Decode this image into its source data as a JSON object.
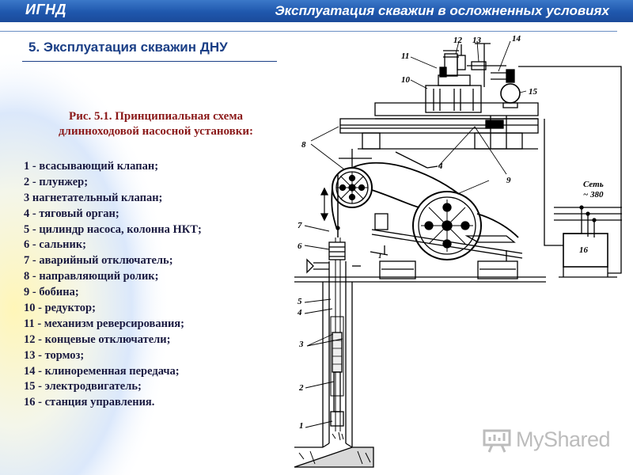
{
  "header": {
    "left": "ИГНД",
    "right": "Эксплуатация скважин в осложненных условиях"
  },
  "page_title": "5. Эксплуатация скважин ДНУ",
  "caption": "Рис. 5.1. Принципиальная схема длинноходовой насосной установки:",
  "legend": [
    "1 - всасывающий клапан;",
    "2 - плунжер;",
    "3 нагнетательный клапан;",
    "4 - тяговый орган;",
    "5 - цилиндр насоса, колонна НКТ;",
    "6 - сальник;",
    "7 - аварийный отключатель;",
    "8 - направляющий ролик;",
    "9 - бобина;",
    "10 - редуктор;",
    "11 - механизм реверсирования;",
    "12 - концевые отключатели;",
    "13 - тормоз;",
    "14 - клиноременная передача;",
    "15 - электродвигатель;",
    "16 - станция управления."
  ],
  "diagram_labels": {
    "n1": "1",
    "n2": "2",
    "n3": "3",
    "n4": "4",
    "n5": "5",
    "n6": "6",
    "n7": "7",
    "n8": "8",
    "n9": "9",
    "n10": "10",
    "n11": "11",
    "n12": "12",
    "n13": "13",
    "n14": "14",
    "n15": "15",
    "n16": "16",
    "n4b": "4",
    "n1b": "1",
    "set1": "Сеть",
    "set2": "~ 380",
    "arrow_up": "↑",
    "arrow_down": "↓"
  },
  "watermark": "MyShared",
  "colors": {
    "header_blue": "#1f57ad",
    "title_blue": "#1b3f86",
    "caption_red": "#8b1a1a",
    "left_gradient": "#fff5b0"
  }
}
